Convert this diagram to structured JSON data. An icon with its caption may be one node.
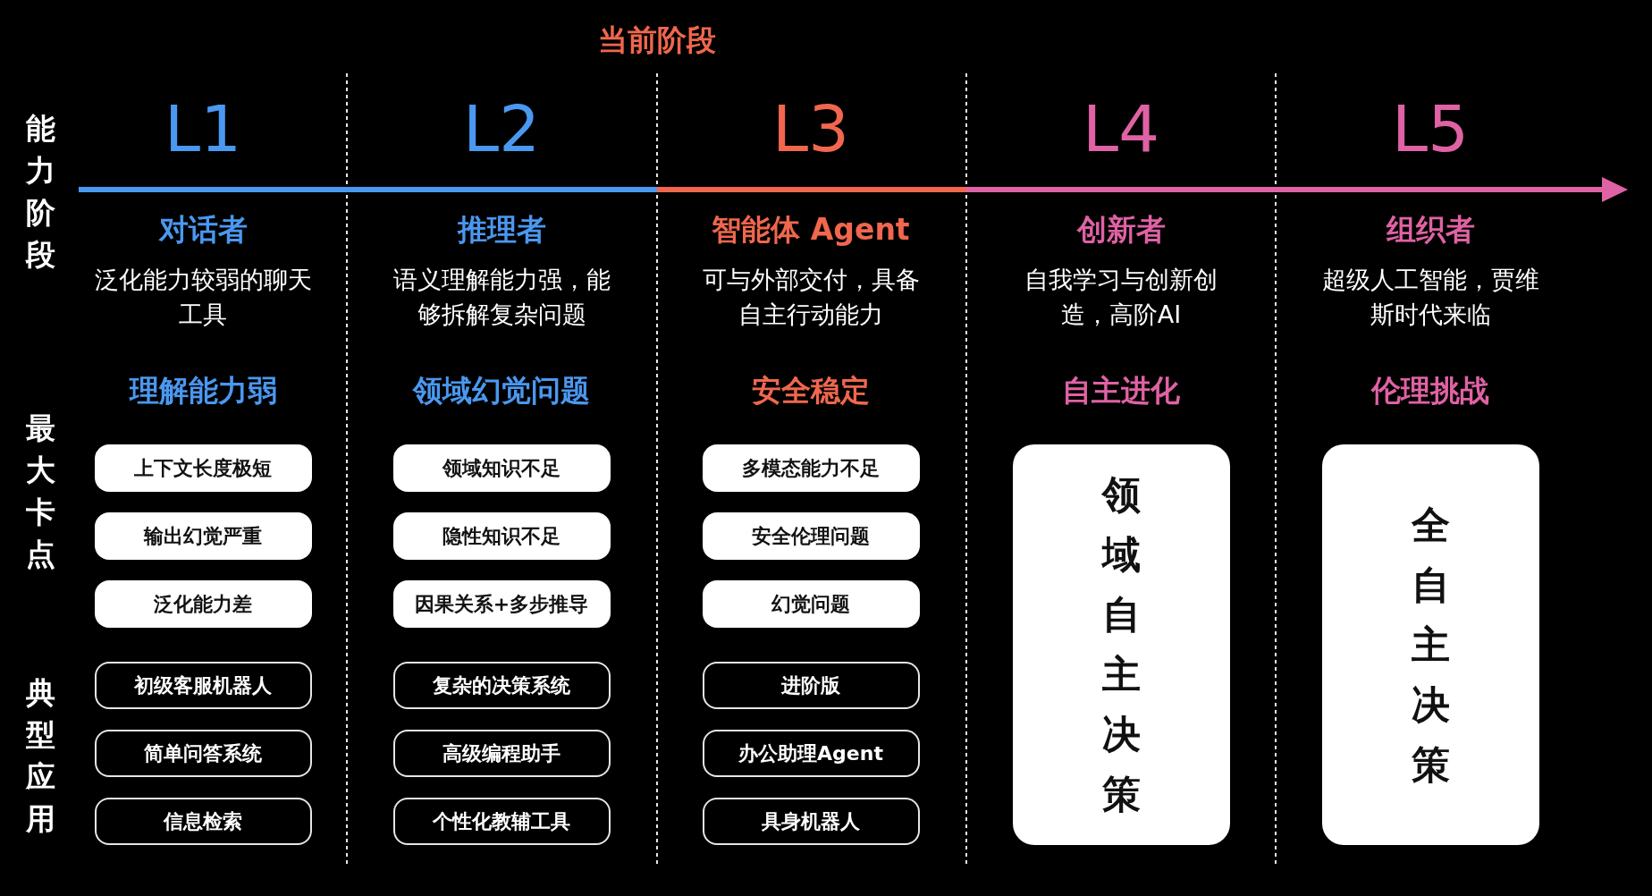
{
  "diagram": {
    "nodes": [
      {
        "text": [
          "上下文长度极短"
        ]
      },
      {
        "text": [
          "领域知识不足"
        ]
      },
      {
        "text": [
          "多模态能力不足"
        ]
      },
      {
        "text": [
          "领域自主决策"
        ]
      },
      {
        "text": [
          "全自主决策"
        ]
      },
      {
        "text": [
          "输出幻觉严重"
        ]
      },
      {
        "text": [
          "隐性知识不足"
        ]
      },
      {
        "text": [
          "安全伦理问题"
        ]
      },
      {
        "text": [
          "泛化能力差"
        ]
      },
      {
        "text": [
          "因果关系+多步推导"
        ]
      },
      {
        "text": [
          "幻觉问题"
        ]
      },
      {
        "text": [
          "初级客服机器人"
        ]
      },
      {
        "text": [
          "复杂的决策系统"
        ]
      },
      {
        "text": [
          "进阶版"
        ]
      },
      {
        "text": [
          "简单问答系统"
        ]
      },
      {
        "text": [
          "高级编程助手"
        ]
      },
      {
        "text": [
          "办公助理Agent"
        ]
      },
      {
        "text": [
          "信息检索"
        ]
      },
      {
        "text": [
          "个性化教辅工具"
        ]
      },
      {
        "text": [
          "具身机器人"
        ]
      }
    ],
    "labels": [
      "当前阶段",
      "能力阶段",
      "L1",
      "L2",
      "L3",
      "L4",
      "L5",
      "对话者",
      "推理者",
      "智能体 Agent",
      "创新者",
      "组织者",
      "泛化能力较弱的聊天工具",
      "语义理解能力强，能够拆解复杂问题",
      "可与外部交付，具备自主行动能力",
      "自我学习与创新创造，高阶AI",
      "超级人工智能，贾维斯时代来临",
      "最大卡点",
      "理解能力弱",
      "领域幻觉问题",
      "安全稳定",
      "自主进化",
      "伦理挑战",
      "典型应用"
    ]
  }
}
